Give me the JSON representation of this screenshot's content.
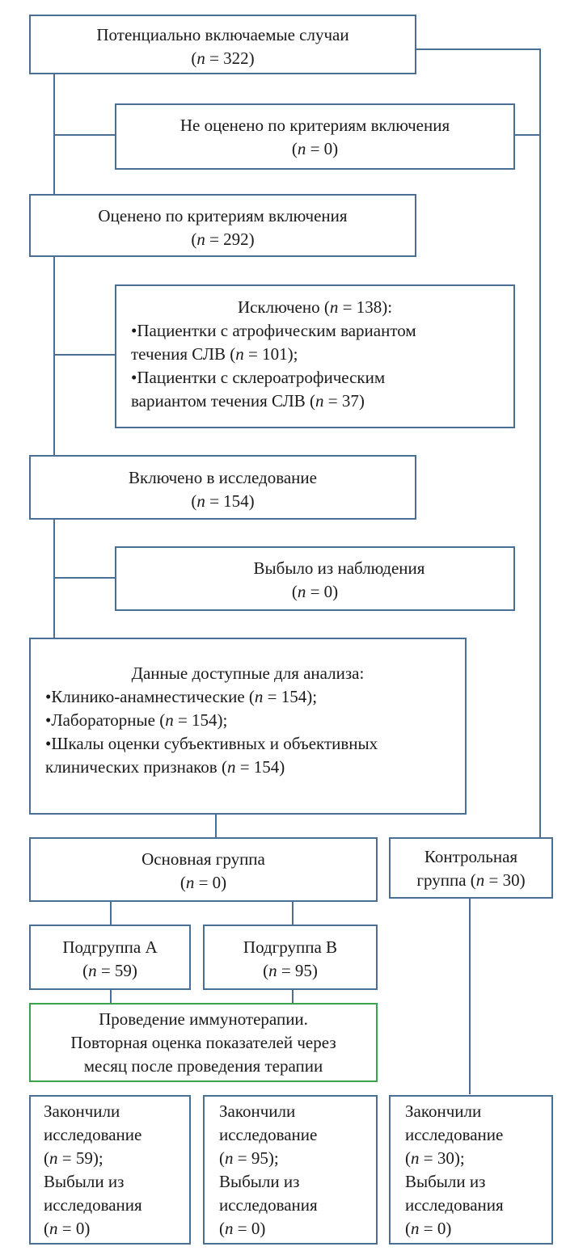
{
  "boxes": {
    "potential": {
      "title": "Потенциально включаемые случаи",
      "n": "(n = 322)"
    },
    "not_assessed": {
      "title": "Не оценено по критериям включения",
      "n": "(n = 0)"
    },
    "assessed": {
      "title": "Оценено по критериям включения",
      "n": "(n = 292)"
    },
    "excluded": {
      "title": "Исключено (n = 138):",
      "lines": [
        "•Пациентки с атрофическим вариантом",
        "течения СЛВ (n = 101);",
        "•Пациентки с склероатрофическим",
        "вариантом течения СЛВ (n = 37)"
      ]
    },
    "included": {
      "title": "Включено в исследование",
      "n": "(n = 154)"
    },
    "dropped": {
      "title": "Выбыло из наблюдения",
      "n": "(n = 0)"
    },
    "available": {
      "title": "Данные доступные для анализа:",
      "lines": [
        "•Клинико-анамнестические (n = 154);",
        "•Лабораторные (n = 154);",
        "•Шкалы оценки субъективных и объективных",
        "клинических признаков (n = 154)"
      ]
    },
    "main_group": {
      "title": "Основная группа",
      "n": "(n = 0)"
    },
    "control_group": {
      "line1": "Контрольная",
      "line2": "группа (n = 30)"
    },
    "subgroup_a": {
      "title": "Подгруппа А",
      "n": "(n = 59)"
    },
    "subgroup_b": {
      "title": "Подгруппа В",
      "n": "(n = 95)"
    },
    "therapy": {
      "lines": [
        "Проведение иммунотерапии.",
        "Повторная оценка показателей через",
        "месяц после проведения терапии"
      ]
    },
    "finished_a": {
      "lines": [
        "Закончили",
        "исследование",
        "(n = 59);",
        "Выбыли из",
        "исследования",
        "(n = 0)"
      ]
    },
    "finished_b": {
      "lines": [
        "Закончили",
        "исследование",
        "(n = 95);",
        "Выбыли из",
        "исследования",
        "(n = 0)"
      ]
    },
    "finished_c": {
      "lines": [
        "Закончили",
        "исследование",
        "(n = 30);",
        "Выбыли из",
        "исследования",
        "(n = 0)"
      ]
    }
  },
  "colors": {
    "border": "#4a6f95",
    "therapy_border": "#3aa24a"
  }
}
